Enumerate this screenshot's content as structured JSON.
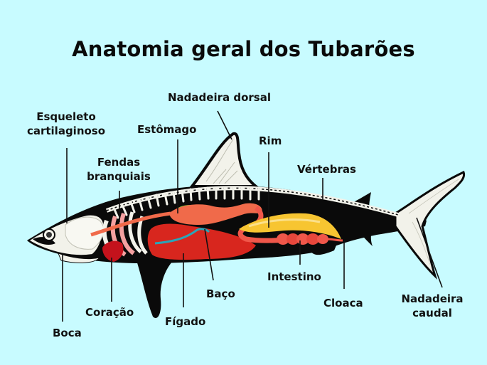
{
  "title": "Anatomia geral dos Tubarões",
  "colors": {
    "background": "#c8fbff",
    "body": "#0a0a0a",
    "cartilage": "#f2f2ea",
    "stomach": "#f06a4a",
    "liver": "#d8261e",
    "kidney": "#f7c531",
    "intestine": "#f0574a",
    "spleen": "#2aa5b8",
    "gallbladder": "#7ccc3c",
    "heart": "#c4121c",
    "gills": "#f4a0a0"
  },
  "labels": {
    "esqueleto": [
      "Esqueleto",
      "cartilaginoso"
    ],
    "nadadeira_dorsal": "Nadadeira dorsal",
    "estomago": "Estômago",
    "fendas": [
      "Fendas",
      "branquiais"
    ],
    "rim": "Rim",
    "vertebras": "Vértebras",
    "intestino": "Intestino",
    "baco": "Baço",
    "cloaca": "Cloaca",
    "nadadeira_caudal": [
      "Nadadeira",
      "caudal"
    ],
    "coracao": "Coração",
    "figado": "Fígado",
    "boca": "Boca"
  }
}
